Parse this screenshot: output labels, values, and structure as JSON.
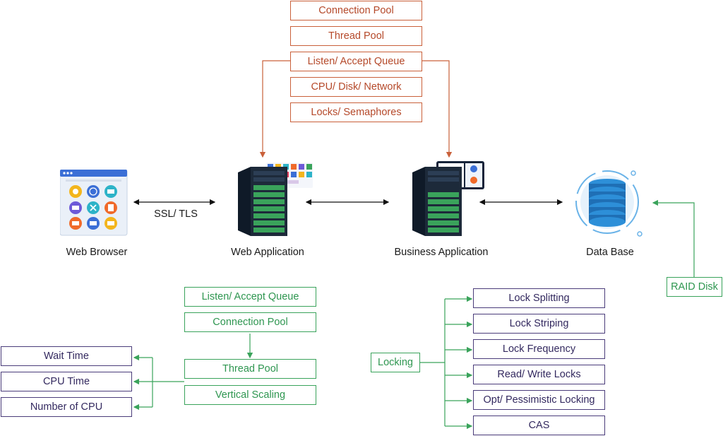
{
  "top_stack": [
    "Connection Pool",
    "Thread Pool",
    "Listen/ Accept Queue",
    "CPU/ Disk/ Network",
    "Locks/ Semaphores"
  ],
  "nodes": {
    "web_browser": "Web Browser",
    "web_application": "Web Application",
    "business_application": "Business Application",
    "data_base": "Data Base"
  },
  "ssl_label": "SSL/ TLS",
  "raid_disk": "RAID Disk",
  "middle_stack": [
    "Listen/ Accept Queue",
    "Connection Pool",
    "Thread Pool",
    "Vertical Scaling"
  ],
  "metrics": [
    "Wait Time",
    "CPU Time",
    "Number of CPU"
  ],
  "locking": {
    "label": "Locking",
    "items": [
      "Lock Splitting",
      "Lock Striping",
      "Lock Frequency",
      "Read/ Write Locks",
      "Opt/ Pessimistic Locking",
      "CAS"
    ]
  },
  "colors": {
    "top_accent": "#c9603a",
    "green_accent": "#3aa35b",
    "purple_accent": "#4a3c7a",
    "server_dark": "#1d2a3a",
    "database_blue": "#2d8fd8"
  }
}
